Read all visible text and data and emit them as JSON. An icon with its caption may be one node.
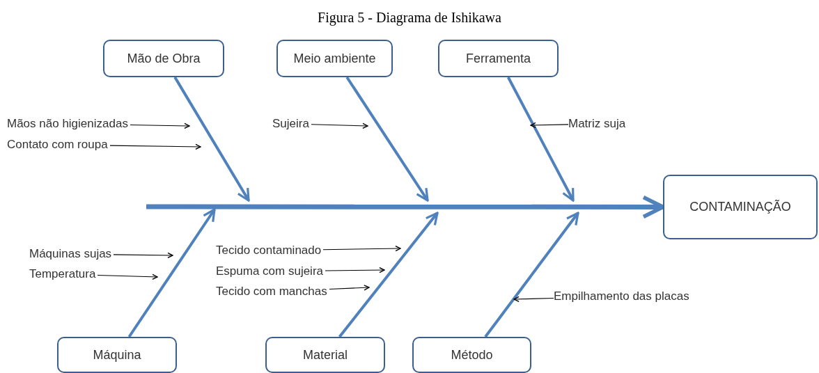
{
  "diagram": {
    "title": "Figura 5 - Diagrama de Ishikawa",
    "nodes": [
      {
        "text": [
          "Mão de Obra"
        ]
      },
      {
        "text": [
          "Meio ambiente"
        ]
      },
      {
        "text": [
          "Ferramenta"
        ]
      },
      {
        "text": [
          "CONTAMINAÇÃO"
        ]
      },
      {
        "text": [
          "Máquina"
        ]
      },
      {
        "text": [
          "Material"
        ]
      },
      {
        "text": [
          "Método"
        ]
      },
      {
        "text": [
          "Mãos não higienizadas"
        ]
      },
      {
        "text": [
          "Contato com roupa"
        ]
      },
      {
        "text": [
          "Sujeira"
        ]
      },
      {
        "text": [
          "Matriz suja"
        ]
      },
      {
        "text": [
          "Máquinas sujas"
        ]
      },
      {
        "text": [
          "Temperatura"
        ]
      },
      {
        "text": [
          "Tecido contaminado"
        ]
      },
      {
        "text": [
          "Espuma com sujeira"
        ]
      },
      {
        "text": [
          "Tecido com manchas"
        ]
      },
      {
        "text": [
          "Empilhamento das placas"
        ]
      }
    ],
    "edges": [
      {
        "from": null,
        "to": 3,
        "arrow": "to",
        "style": "thick",
        "color": "#4f81bd"
      },
      {
        "from": 0,
        "to": null,
        "arrow": "to",
        "style": "thick",
        "color": "#4f81bd"
      },
      {
        "from": 1,
        "to": null,
        "arrow": "to",
        "style": "thick",
        "color": "#4f81bd"
      },
      {
        "from": 2,
        "to": null,
        "arrow": "to",
        "style": "thick",
        "color": "#4f81bd"
      },
      {
        "from": 4,
        "to": null,
        "arrow": "to",
        "style": "thick",
        "color": "#4f81bd"
      },
      {
        "from": 5,
        "to": null,
        "arrow": "to",
        "style": "thick",
        "color": "#4f81bd"
      },
      {
        "from": 6,
        "to": null,
        "arrow": "to",
        "style": "thick",
        "color": "#4f81bd"
      },
      {
        "from": 7,
        "to": null,
        "arrow": "to"
      },
      {
        "from": 8,
        "to": null,
        "arrow": "to"
      },
      {
        "from": 9,
        "to": null,
        "arrow": "to"
      },
      {
        "from": 10,
        "to": null,
        "arrow": "to"
      },
      {
        "from": 11,
        "to": null,
        "arrow": "to"
      },
      {
        "from": 12,
        "to": null,
        "arrow": "to"
      },
      {
        "from": 13,
        "to": null,
        "arrow": "to"
      },
      {
        "from": 14,
        "to": null,
        "arrow": "to"
      },
      {
        "from": 15,
        "to": null,
        "arrow": "to"
      },
      {
        "from": 16,
        "to": null,
        "arrow": "to"
      }
    ]
  }
}
